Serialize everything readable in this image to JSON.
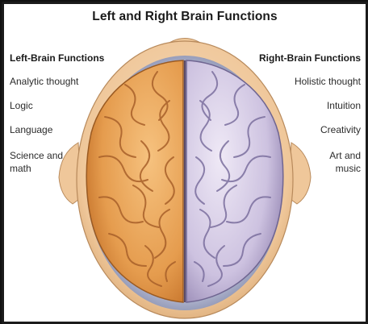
{
  "title": "Left and Right Brain Functions",
  "left": {
    "heading": "Left-Brain Functions",
    "items": [
      "Analytic thought",
      "Logic",
      "Language",
      "Science and math"
    ]
  },
  "right": {
    "heading": "Right-Brain Functions",
    "items": [
      "Holistic thought",
      "Intuition",
      "Creativity",
      "Art and music"
    ]
  },
  "colors": {
    "left_hemisphere": "#e8a85a",
    "right_hemisphere": "#c9bfdc",
    "skin": "#f2cfa5"
  },
  "icons": [
    "head-outline",
    "brain-left-hemisphere",
    "brain-right-hemisphere"
  ]
}
